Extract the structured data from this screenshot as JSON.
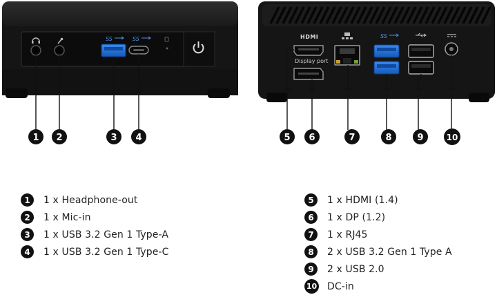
{
  "front_ports": [
    {
      "number": "1",
      "label": "1 x Headphone-out"
    },
    {
      "number": "2",
      "label": "1 x Mic-in"
    },
    {
      "number": "3",
      "label": "1 x USB 3.2 Gen 1 Type-A"
    },
    {
      "number": "4",
      "label": "1 x USB 3.2 Gen 1 Type-C"
    }
  ],
  "rear_ports": [
    {
      "number": "5",
      "label": "1 x HDMI (1.4)"
    },
    {
      "number": "6",
      "label": "1 x DP (1.2)"
    },
    {
      "number": "7",
      "label": "1 x RJ45"
    },
    {
      "number": "8",
      "label": "2 x USB 3.2 Gen 1 Type A"
    },
    {
      "number": "9",
      "label": "2 x USB 2.0"
    },
    {
      "number": "10",
      "label": "DC-in"
    }
  ],
  "device_labels": {
    "hdmi_logo": "HDMI",
    "ss_front_a": "SS",
    "ss_front_c": "SS",
    "ss_rear": "SS",
    "display_port": "Display port"
  },
  "colors": {
    "chassis": "#141414",
    "usb3_blue": "#1f6fd6",
    "badge": "#111111",
    "callout_line": "#111111"
  },
  "icons": [
    "headphone-icon",
    "microphone-icon",
    "usb-icon",
    "power-icon",
    "network-icon",
    "dc-icon"
  ]
}
